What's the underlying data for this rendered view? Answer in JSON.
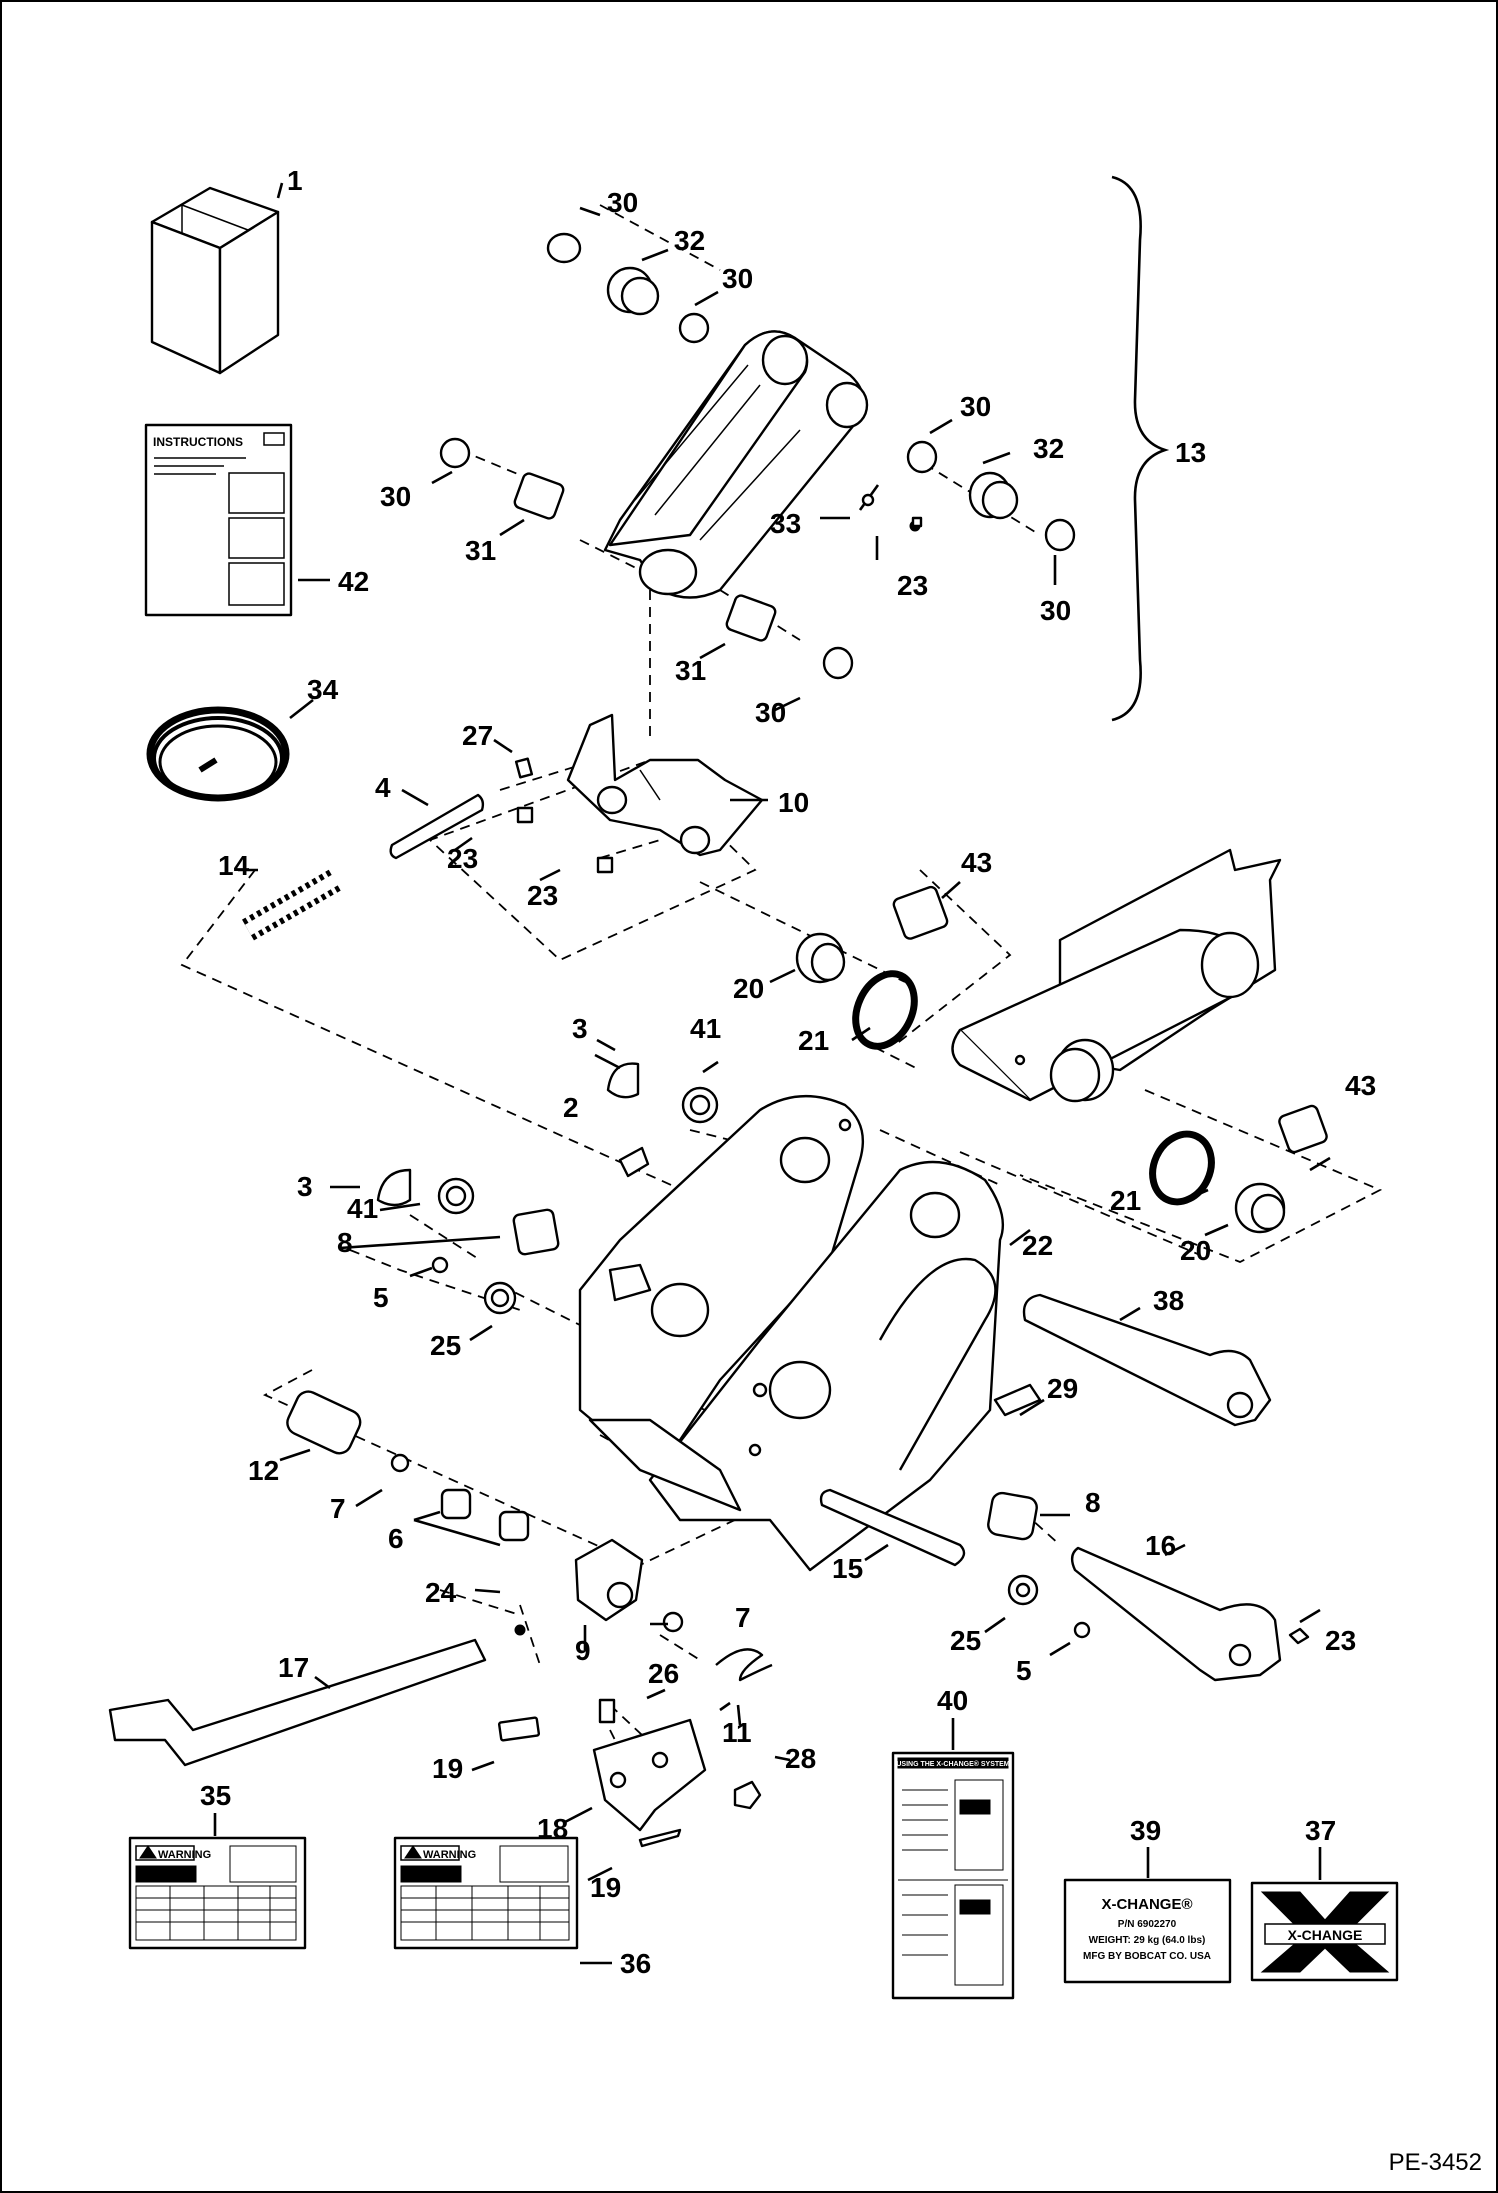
{
  "page_number": "PE-3452",
  "callouts": {
    "c1": "1",
    "c2": "2",
    "c3a": "3",
    "c3b": "3",
    "c4": "4",
    "c5a": "5",
    "c5b": "5",
    "c6": "6",
    "c7a": "7",
    "c7b": "7",
    "c8a": "8",
    "c8b": "8",
    "c9": "9",
    "c10": "10",
    "c11": "11",
    "c12": "12",
    "c13": "13",
    "c14": "14",
    "c15": "15",
    "c16": "16",
    "c17": "17",
    "c18": "18",
    "c19a": "19",
    "c19b": "19",
    "c20a": "20",
    "c20b": "20",
    "c21a": "21",
    "c21b": "21",
    "c22": "22",
    "c23a": "23",
    "c23b": "23",
    "c23c": "23",
    "c23d": "23",
    "c24": "24",
    "c25a": "25",
    "c25b": "25",
    "c26": "26",
    "c27": "27",
    "c28": "28",
    "c29": "29",
    "c30a": "30",
    "c30b": "30",
    "c30c": "30",
    "c30d": "30",
    "c30e": "30",
    "c30f": "30",
    "c31a": "31",
    "c31b": "31",
    "c32a": "32",
    "c32b": "32",
    "c33": "33",
    "c34": "34",
    "c35": "35",
    "c36": "36",
    "c37": "37",
    "c38": "38",
    "c39": "39",
    "c40": "40",
    "c41a": "41",
    "c41b": "41",
    "c42": "42",
    "c43a": "43",
    "c43b": "43"
  },
  "instructions_sheet": {
    "title": "INSTRUCTIONS"
  },
  "decal_35": {
    "heading": "WARNING"
  },
  "decal_36": {
    "heading": "WARNING"
  },
  "decal_40": {
    "heading": "USING THE X-CHANGE® SYSTEM"
  },
  "decal_39": {
    "line1": "X-CHANGE®",
    "line2": "P/N 6902270",
    "line3": "WEIGHT: 29 kg (64.0 lbs)",
    "line4": "MFG BY BOBCAT CO. USA"
  },
  "decal_37": {
    "text": "X-CHANGE"
  }
}
